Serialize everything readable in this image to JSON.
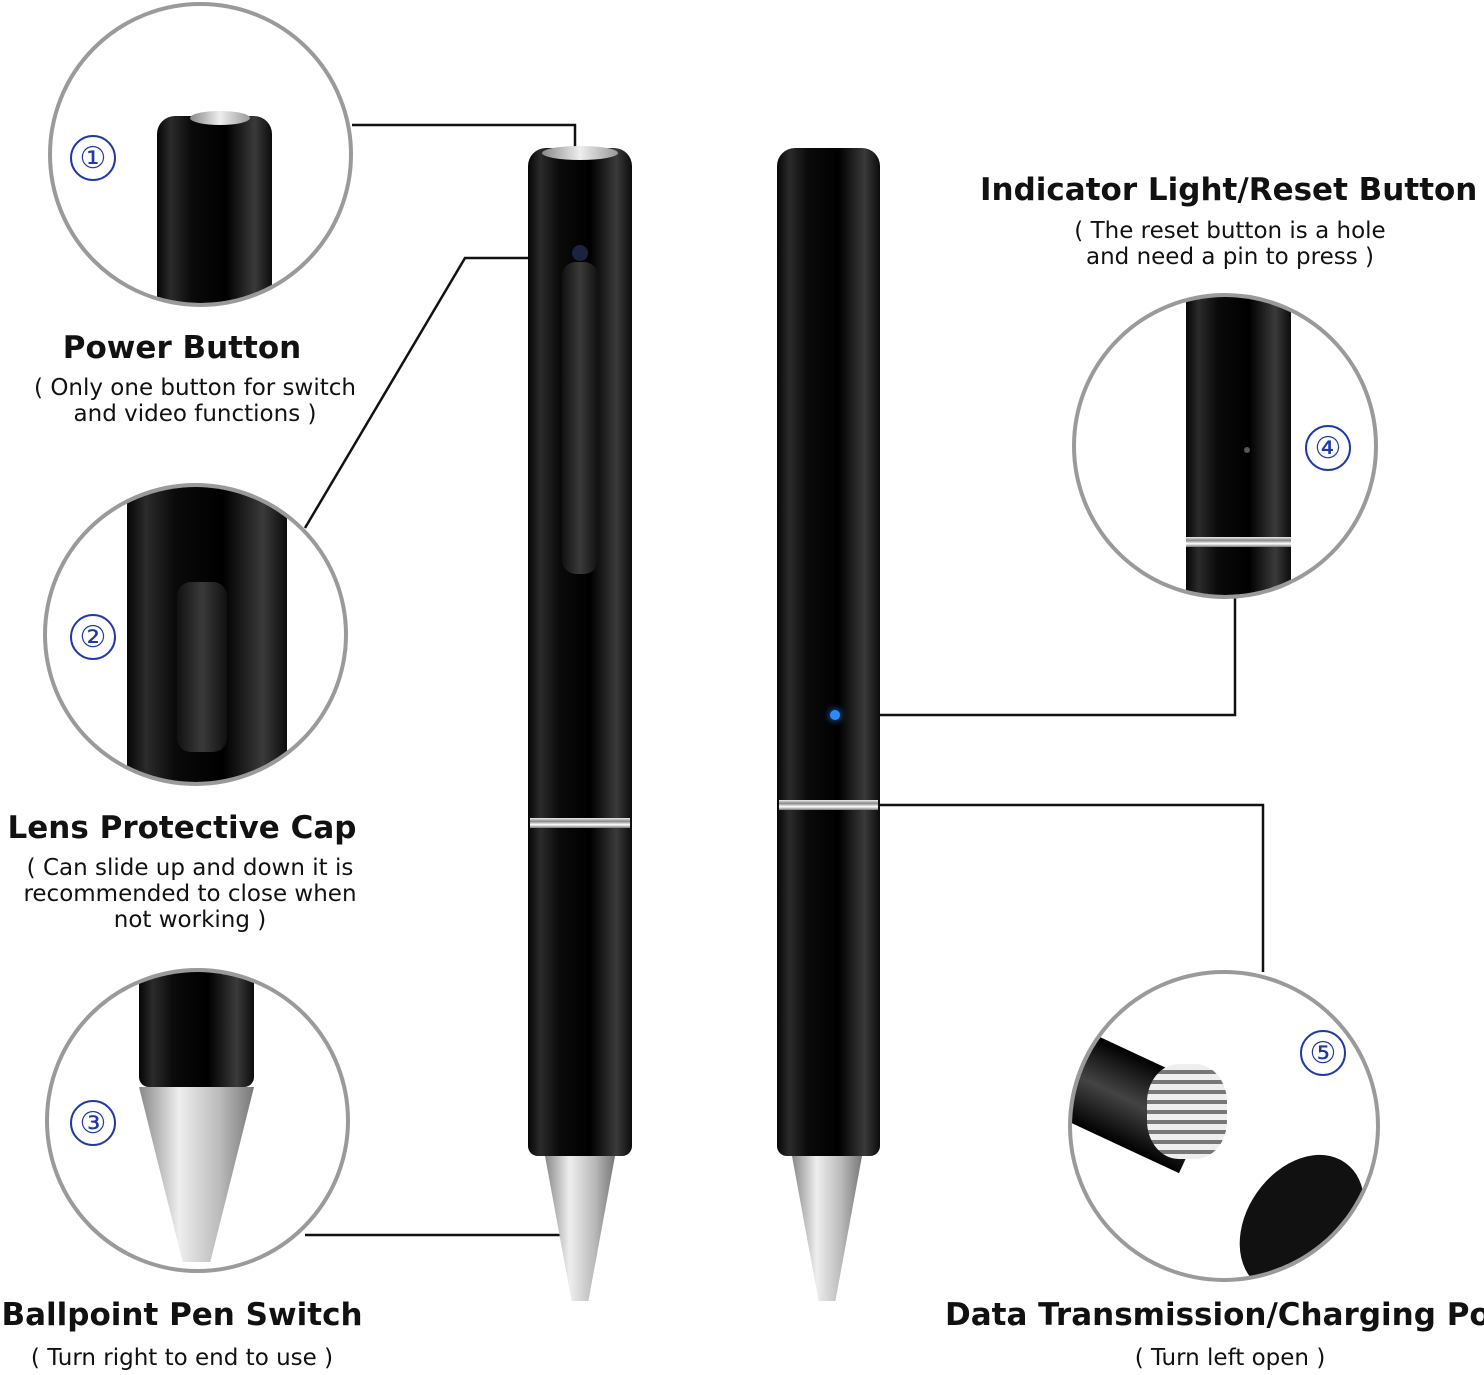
{
  "callouts": [
    {
      "number": "①",
      "title": "Power Button",
      "note": "( Only one button for switch\nand video functions )"
    },
    {
      "number": "②",
      "title": "Lens Protective Cap",
      "note": "( Can slide up and down it is\nrecommended to close when\nnot working )"
    },
    {
      "number": "③",
      "title": "Ballpoint Pen Switch",
      "note": "( Turn right to end to use )"
    },
    {
      "number": "④",
      "title": "Indicator Light/Reset Button",
      "note": "( The reset button is a hole\nand need a pin to press )"
    },
    {
      "number": "⑤",
      "title": "Data Transmission/Charging Port",
      "note": "( Turn left open )"
    }
  ],
  "colors": {
    "number": "#1f3aa8",
    "border": "#9a9a9a",
    "indicator": "#2a8cff"
  }
}
